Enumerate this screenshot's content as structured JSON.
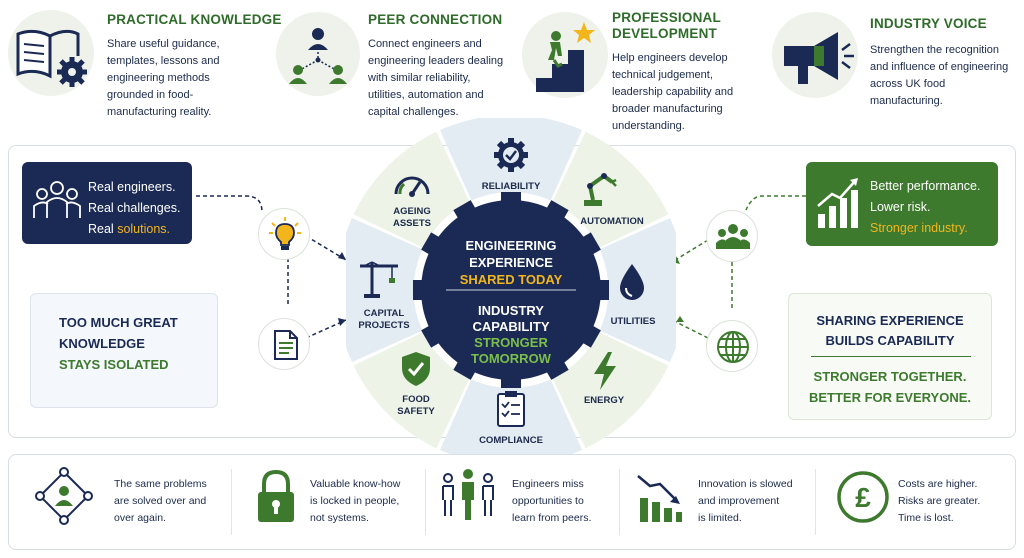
{
  "pillars": [
    {
      "icon": "book-gear-icon",
      "title": "PRACTICAL KNOWLEDGE",
      "lines": [
        "Share useful guidance,",
        "templates, lessons and",
        "engineering methods",
        "grounded in food-",
        "manufacturing reality."
      ]
    },
    {
      "icon": "network-people-icon",
      "title": "PEER CONNECTION",
      "lines": [
        "Connect engineers and",
        "engineering leaders dealing",
        "with similar reliability,",
        "utilities, automation and",
        "capital challenges."
      ]
    },
    {
      "icon": "stairs-climber-icon",
      "title_lines": [
        "PROFESSIONAL",
        "DEVELOPMENT"
      ],
      "lines": [
        "Help engineers develop",
        "technical judgement,",
        "leadership capability and",
        "broader manufacturing",
        "understanding."
      ]
    },
    {
      "icon": "megaphone-icon",
      "title": "INDUSTRY VOICE",
      "lines": [
        "Strengthen the recognition",
        "and influence of engineering",
        "across UK food",
        "manufacturing."
      ]
    }
  ],
  "left_card": {
    "icon": "people-group-icon",
    "line1": "Real engineers.",
    "line2": "Real challenges.",
    "line3_prefix": "Real ",
    "line3_accent": "solutions."
  },
  "left_box": {
    "line1": "TOO MUCH GREAT",
    "line2": "KNOWLEDGE",
    "line3": "STAYS ISOLATED"
  },
  "right_card": {
    "icon": "bar-chart-growth-icon",
    "line1": "Better performance.",
    "line2": "Lower risk.",
    "line3": "Stronger industry."
  },
  "right_box": {
    "line1": "SHARING EXPERIENCE",
    "line2": "BUILDS CAPABILITY",
    "line3": "STRONGER TOGETHER.",
    "line4": "BETTER FOR EVERYONE."
  },
  "wheel": {
    "center_lines": [
      "ENGINEERING",
      "EXPERIENCE",
      "SHARED TODAY",
      "INDUSTRY",
      "CAPABILITY",
      "STRONGER",
      "TOMORROW"
    ],
    "segments": [
      {
        "label": "RELIABILITY",
        "icon": "gear-check-icon"
      },
      {
        "label": "AUTOMATION",
        "icon": "robot-arm-icon"
      },
      {
        "label": "UTILITIES",
        "icon": "water-drop-icon"
      },
      {
        "label": "ENERGY",
        "icon": "lightning-icon"
      },
      {
        "label": "COMPLIANCE",
        "icon": "clipboard-check-icon"
      },
      {
        "label_lines": [
          "FOOD",
          "SAFETY"
        ],
        "icon": "shield-check-icon"
      },
      {
        "label_lines": [
          "CAPITAL",
          "PROJECTS"
        ],
        "icon": "crane-icon"
      },
      {
        "label_lines": [
          "AGEING",
          "ASSETS"
        ],
        "icon": "gauge-icon"
      }
    ]
  },
  "bottom": [
    {
      "icon": "network-person-icon",
      "lines": [
        "The same problems",
        "are solved over and",
        "over again."
      ]
    },
    {
      "icon": "padlock-icon",
      "lines": [
        "Valuable know-how",
        "is locked in people,",
        "not systems."
      ]
    },
    {
      "icon": "isolated-people-icon",
      "lines": [
        "Engineers miss",
        "opportunities to",
        "learn from peers."
      ]
    },
    {
      "icon": "declining-chart-icon",
      "lines": [
        "Innovation is slowed",
        "and improvement",
        "is limited."
      ]
    },
    {
      "icon": "pound-coin-icon",
      "lines": [
        "Costs are higher.",
        "Risks are greater.",
        "Time is lost."
      ]
    }
  ],
  "colors": {
    "navy": "#1b2a55",
    "green": "#3d7a2e",
    "gold": "#f2b51c",
    "light_blue": "#e3ebf3",
    "light_green": "#eef3e8"
  }
}
